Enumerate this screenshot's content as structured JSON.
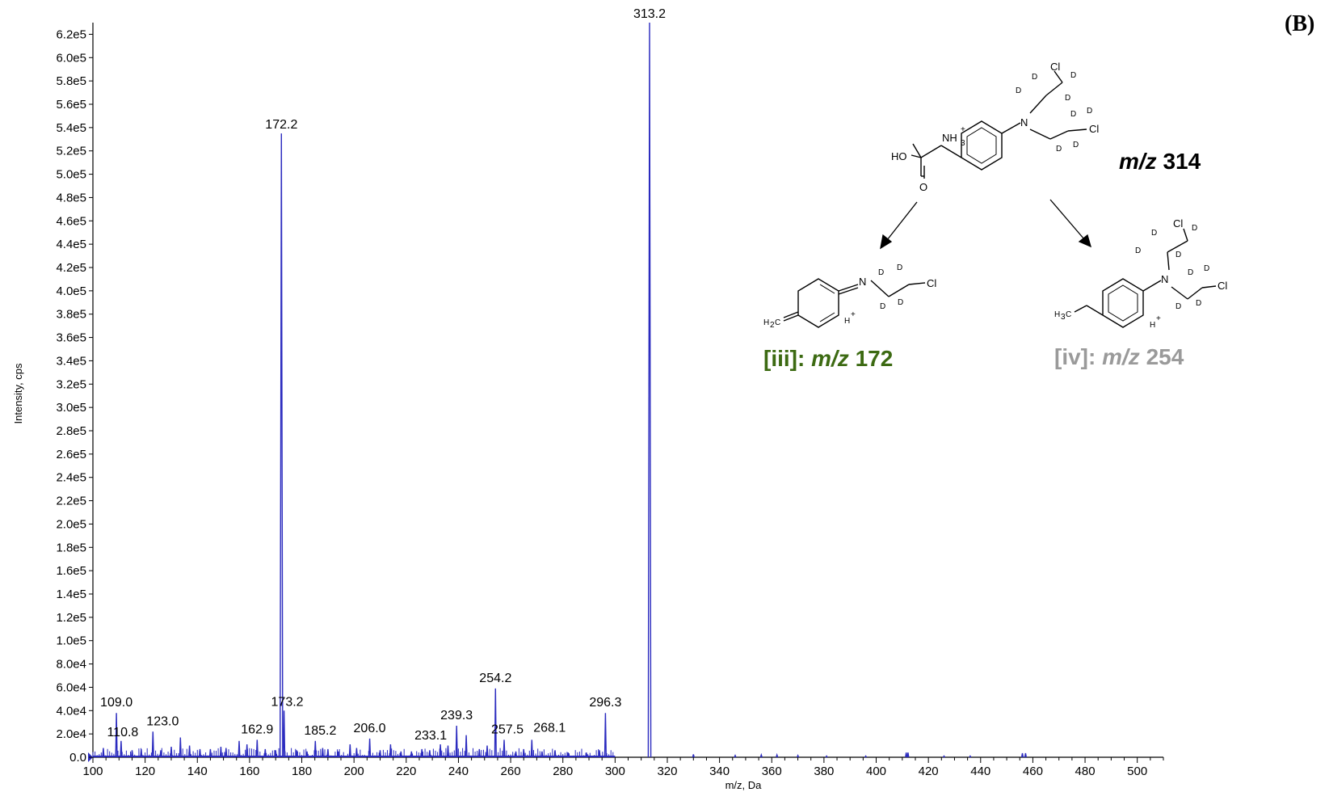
{
  "panel_label": "(B)",
  "chart_data": {
    "type": "line",
    "xlabel": "m/z, Da",
    "ylabel": "Intensity, cps",
    "xlim": [
      100,
      510
    ],
    "ylim": [
      0,
      630000
    ],
    "x_ticks": [
      "100",
      "120",
      "140",
      "160",
      "180",
      "200",
      "220",
      "240",
      "260",
      "280",
      "300",
      "320",
      "340",
      "360",
      "380",
      "400",
      "420",
      "440",
      "460",
      "480",
      "500"
    ],
    "y_ticks": [
      "0.0",
      "2.0e4",
      "4.0e4",
      "6.0e4",
      "8.0e4",
      "1.0e5",
      "1.2e5",
      "1.4e5",
      "1.6e5",
      "1.8e5",
      "2.0e5",
      "2.2e5",
      "2.4e5",
      "2.6e5",
      "2.8e5",
      "3.0e5",
      "3.2e5",
      "3.4e5",
      "3.6e5",
      "3.8e5",
      "4.0e5",
      "4.2e5",
      "4.4e5",
      "4.6e5",
      "4.8e5",
      "5.0e5",
      "5.2e5",
      "5.4e5",
      "5.6e5",
      "5.8e5",
      "6.0e5",
      "6.2e5"
    ],
    "line_color": "#2b2bbf",
    "peaks": [
      {
        "mz": 109.0,
        "intensity": 38000,
        "label": "109.0"
      },
      {
        "mz": 110.8,
        "intensity": 14000,
        "label": "110.8"
      },
      {
        "mz": 123.0,
        "intensity": 22000,
        "label": "123.0"
      },
      {
        "mz": 162.9,
        "intensity": 15000,
        "label": "162.9"
      },
      {
        "mz": 172.2,
        "intensity": 535000,
        "label": "172.2"
      },
      {
        "mz": 173.2,
        "intensity": 40000,
        "label": "173.2"
      },
      {
        "mz": 185.2,
        "intensity": 14000,
        "label": "185.2"
      },
      {
        "mz": 206.0,
        "intensity": 16000,
        "label": "206.0"
      },
      {
        "mz": 233.1,
        "intensity": 11000,
        "label": "233.1"
      },
      {
        "mz": 239.3,
        "intensity": 27000,
        "label": "239.3"
      },
      {
        "mz": 254.2,
        "intensity": 59000,
        "label": "254.2"
      },
      {
        "mz": 257.5,
        "intensity": 15000,
        "label": "257.5"
      },
      {
        "mz": 268.1,
        "intensity": 15000,
        "label": "268.1"
      },
      {
        "mz": 296.3,
        "intensity": 38000,
        "label": "296.3"
      },
      {
        "mz": 313.2,
        "intensity": 630000,
        "label": "313.2"
      }
    ],
    "minor_peaks": [
      {
        "mz": 104.0,
        "intensity": 8000
      },
      {
        "mz": 115.0,
        "intensity": 6000
      },
      {
        "mz": 118.5,
        "intensity": 7000
      },
      {
        "mz": 126.0,
        "intensity": 6000
      },
      {
        "mz": 130.0,
        "intensity": 9000
      },
      {
        "mz": 133.5,
        "intensity": 17000
      },
      {
        "mz": 137.0,
        "intensity": 10000
      },
      {
        "mz": 141.0,
        "intensity": 7000
      },
      {
        "mz": 145.0,
        "intensity": 7000
      },
      {
        "mz": 149.0,
        "intensity": 9000
      },
      {
        "mz": 151.0,
        "intensity": 8000
      },
      {
        "mz": 156.0,
        "intensity": 14000
      },
      {
        "mz": 159.0,
        "intensity": 11000
      },
      {
        "mz": 166.0,
        "intensity": 7000
      },
      {
        "mz": 170.0,
        "intensity": 6000
      },
      {
        "mz": 178.0,
        "intensity": 6000
      },
      {
        "mz": 182.0,
        "intensity": 5000
      },
      {
        "mz": 188.0,
        "intensity": 8000
      },
      {
        "mz": 190.0,
        "intensity": 7000
      },
      {
        "mz": 194.0,
        "intensity": 5000
      },
      {
        "mz": 198.5,
        "intensity": 11000
      },
      {
        "mz": 201.0,
        "intensity": 8000
      },
      {
        "mz": 210.0,
        "intensity": 6000
      },
      {
        "mz": 214.0,
        "intensity": 11000
      },
      {
        "mz": 218.0,
        "intensity": 5000
      },
      {
        "mz": 222.0,
        "intensity": 5000
      },
      {
        "mz": 226.0,
        "intensity": 7000
      },
      {
        "mz": 229.0,
        "intensity": 6000
      },
      {
        "mz": 236.0,
        "intensity": 10000
      },
      {
        "mz": 243.0,
        "intensity": 19000
      },
      {
        "mz": 248.0,
        "intensity": 7000
      },
      {
        "mz": 251.0,
        "intensity": 10000
      },
      {
        "mz": 262.0,
        "intensity": 5000
      },
      {
        "mz": 265.0,
        "intensity": 7000
      },
      {
        "mz": 272.0,
        "intensity": 5000
      },
      {
        "mz": 277.0,
        "intensity": 6000
      },
      {
        "mz": 282.0,
        "intensity": 4000
      },
      {
        "mz": 289.0,
        "intensity": 4000
      },
      {
        "mz": 294.0,
        "intensity": 6000
      },
      {
        "mz": 330.0,
        "intensity": 2500
      },
      {
        "mz": 346.0,
        "intensity": 1500
      },
      {
        "mz": 356.0,
        "intensity": 2000
      },
      {
        "mz": 362.0,
        "intensity": 2000
      },
      {
        "mz": 370.0,
        "intensity": 1500
      },
      {
        "mz": 381.0,
        "intensity": 1000
      },
      {
        "mz": 396.0,
        "intensity": 1000
      },
      {
        "mz": 411.5,
        "intensity": 4000
      },
      {
        "mz": 412.2,
        "intensity": 4000
      },
      {
        "mz": 426.0,
        "intensity": 1000
      },
      {
        "mz": 436.0,
        "intensity": 1000
      },
      {
        "mz": 456.0,
        "intensity": 3500
      },
      {
        "mz": 457.2,
        "intensity": 3500
      }
    ]
  },
  "structures": {
    "parent": {
      "atoms": {
        "ho": "HO",
        "o": "O",
        "nh3": "NH",
        "nh3_sub": "3",
        "nh3_sup": "+",
        "n": "N",
        "cl1": "Cl",
        "cl2": "Cl",
        "d": "D"
      },
      "caption_prefix": "m/z",
      "caption_value": "314"
    },
    "iii": {
      "atoms": {
        "h2c": "H",
        "h2c_sub": "2",
        "h2c_c": "C",
        "n": "N",
        "cl": "Cl",
        "h": "H",
        "h_sup": "+",
        "d": "D"
      },
      "caption_id": "[iii]:",
      "caption_prefix": "m/z",
      "caption_value": "172",
      "color": "#3c6a12"
    },
    "iv": {
      "atoms": {
        "h3c": "H",
        "h3c_sub": "3",
        "h3c_c": "C",
        "n": "N",
        "cl1": "Cl",
        "cl2": "Cl",
        "h": "H",
        "h_sup": "+",
        "d": "D"
      },
      "caption_id": "[iv]:",
      "caption_prefix": "m/z",
      "caption_value": "254",
      "color": "#9a9a9a"
    }
  }
}
